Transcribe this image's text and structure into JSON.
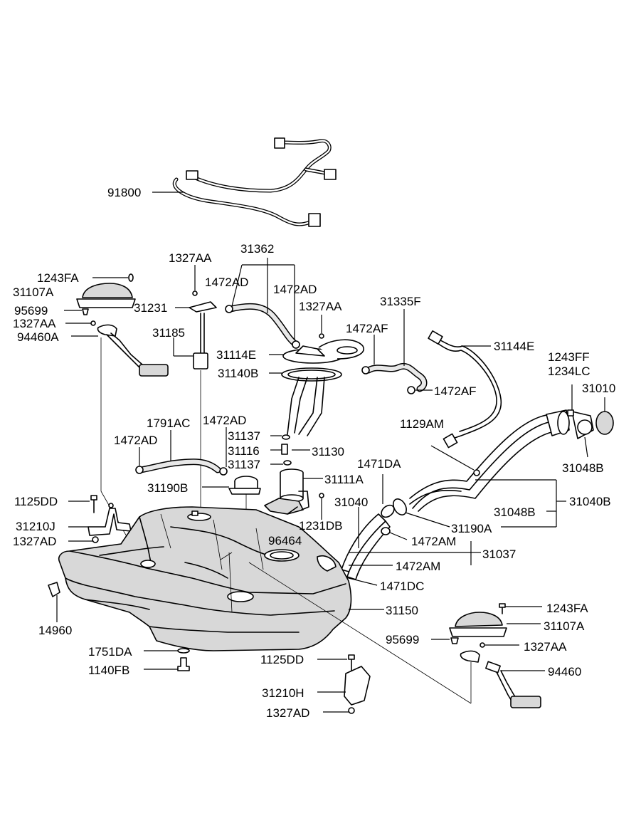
{
  "diagram": {
    "labels": {
      "91800": "91800",
      "31362": "31362",
      "1327AA_a": "1327AA",
      "1472AD_a": "1472AD",
      "1472AD_b": "1472AD",
      "1327AA_b": "1327AA",
      "31335F": "31335F",
      "1243FA_a": "1243FA",
      "31107A_a": "31107A",
      "95699_a": "95699",
      "1327AA_c": "1327AA",
      "94460A": "94460A",
      "31231": "31231",
      "31185": "31185",
      "31114E": "31114E",
      "31140B": "31140B",
      "1472AF_a": "1472AF",
      "1472AF_b": "1472AF",
      "31144E": "31144E",
      "1243FF": "1243FF",
      "1234LC": "1234LC",
      "31010": "31010",
      "1791AC": "1791AC",
      "1472AD_c": "1472AD",
      "1472AD_d": "1472AD",
      "31137_a": "31137",
      "31116": "31116",
      "31130": "31130",
      "31137_b": "31137",
      "1129AM": "1129AM",
      "31048B_a": "31048B",
      "1471DA": "1471DA",
      "31111A": "31111A",
      "31190B": "31190B",
      "31040": "31040",
      "1125DD_a": "1125DD",
      "31048B_b": "31048B",
      "31040B": "31040B",
      "31210J": "31210J",
      "1231DB": "1231DB",
      "31190A": "31190A",
      "1327AD_a": "1327AD",
      "96464": "96464",
      "1472AM_a": "1472AM",
      "31037": "31037",
      "1472AM_b": "1472AM",
      "1471DC": "1471DC",
      "31150": "31150",
      "1243FA_b": "1243FA",
      "14960": "14960",
      "31107A_b": "31107A",
      "95699_b": "95699",
      "1327AA_d": "1327AA",
      "1751DA": "1751DA",
      "1125DD_b": "1125DD",
      "94460": "94460",
      "1140FB": "1140FB",
      "31210H": "31210H",
      "1327AD_b": "1327AD"
    }
  }
}
